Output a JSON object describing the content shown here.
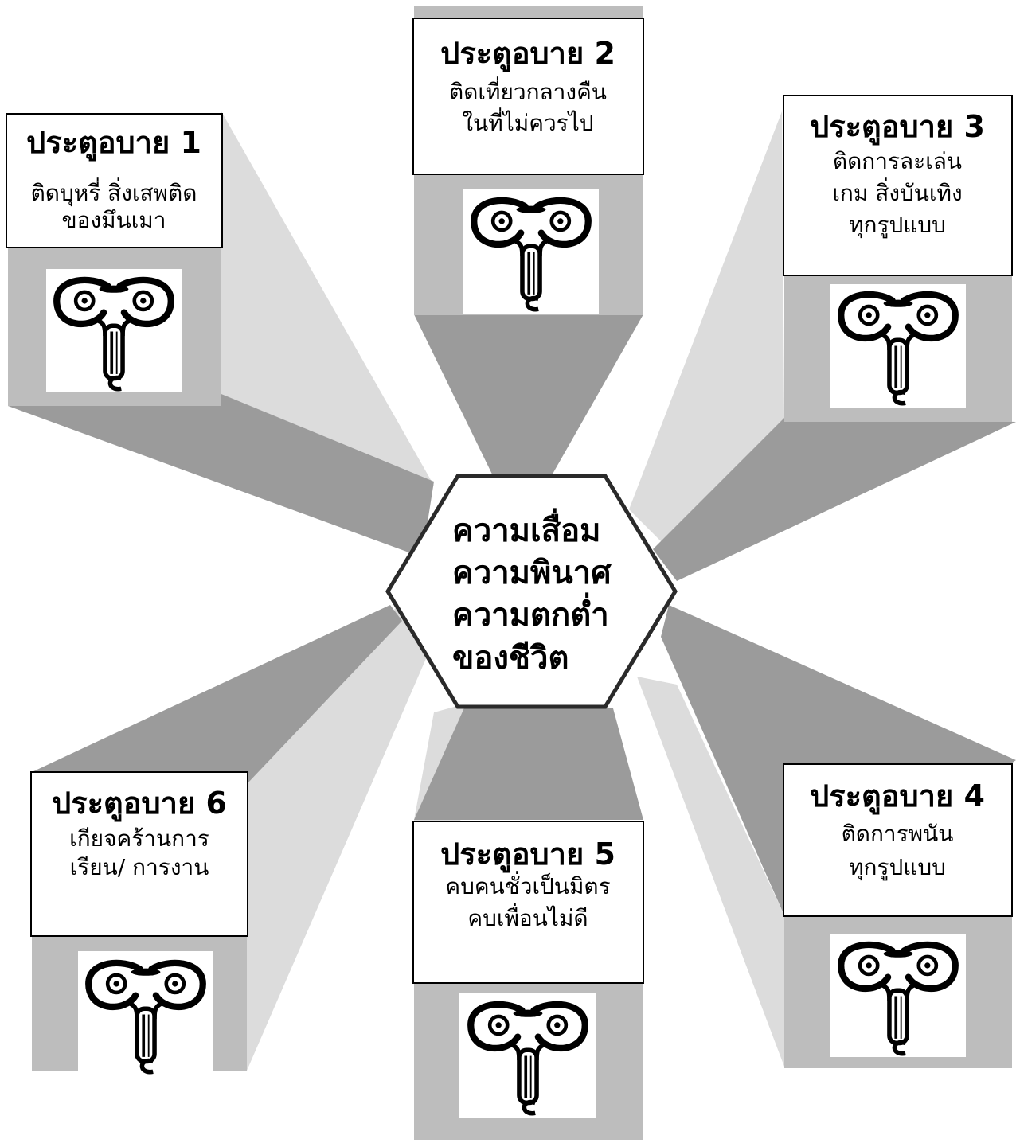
{
  "center": {
    "lines": [
      "ความเสื่อม",
      "ความพินาศ",
      "ความตกต่ำ",
      "ของชีวิต"
    ]
  },
  "gates": [
    {
      "title": "ประตูอบาย 1",
      "lines": [
        "ติดบุหรี่ สิ่งเสพติด",
        "ของมึนเมา"
      ]
    },
    {
      "title": "ประตูอบาย 2",
      "lines": [
        "ติดเที่ยวกลางคืน",
        "ในที่ไม่ควรไป"
      ]
    },
    {
      "title": "ประตูอบาย 3",
      "lines": [
        "ติดการละเล่น",
        "เกม สิ่งบันเทิง",
        "ทุกรูปแบบ"
      ]
    },
    {
      "title": "ประตูอบาย 4",
      "lines": [
        "ติดการพนัน",
        "ทุกรูปแบบ"
      ]
    },
    {
      "title": "ประตูอบาย 5",
      "lines": [
        "คบคนชั่วเป็นมิตร",
        "คบเพื่อนไม่ดี"
      ]
    },
    {
      "title": "ประตูอบาย 6",
      "lines": [
        "เกียจคร้านการ",
        "เรียน/ การงาน"
      ]
    }
  ],
  "icon": "elephant-head-icon",
  "colors": {
    "ray_light": "#dcdcdc",
    "ray_dark": "#9b9b9b",
    "pillar": "#bdbdbd",
    "border": "#000000",
    "hexagon_border": "#2a2a2a"
  }
}
